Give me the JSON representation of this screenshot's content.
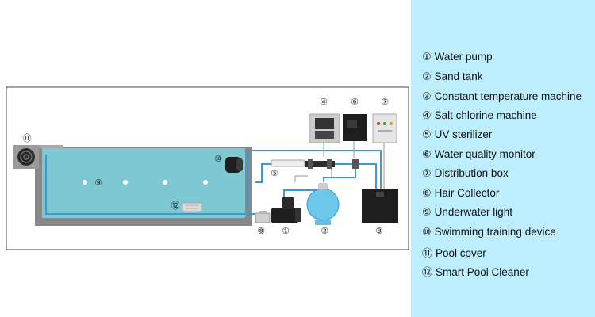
{
  "legend": {
    "items": [
      {
        "number": "①",
        "label": "Water pump"
      },
      {
        "number": "②",
        "label": "Sand tank"
      },
      {
        "number": "③",
        "label": "Constant temperature machine"
      },
      {
        "number": "④",
        "label": "Salt chlorine machine"
      },
      {
        "number": "⑤",
        "label": "UV sterilizer"
      },
      {
        "number": "⑥",
        "label": "Water quality monitor"
      },
      {
        "number": "⑦",
        "label": "Distribution box"
      },
      {
        "number": "⑧",
        "label": "Hair Collector"
      },
      {
        "number": "⑨",
        "label": "Underwater light"
      },
      {
        "number": "⑩",
        "label": "Swimming training device"
      },
      {
        "number": "⑪",
        "label": "Pool cover"
      },
      {
        "number": "⑫",
        "label": "Smart Pool Cleaner"
      }
    ]
  },
  "diagram_labels": {
    "pump": "①",
    "sand_tank": "②",
    "temperature_machine": "③",
    "salt_chlorine": "④",
    "uv_sterilizer": "⑤",
    "water_monitor": "⑥",
    "distribution_box": "⑦",
    "hair_collector": "⑧",
    "underwater_light": "⑨",
    "training_device": "⑩",
    "pool_cover": "⑪",
    "pool_cleaner": "⑫"
  },
  "colors": {
    "pool_water": "#7ec8d3",
    "pool_wall": "#888888",
    "pipe": "#3a9ad9",
    "legend_bg": "#bdeefd",
    "equipment_dark": "#1e1e1e"
  }
}
